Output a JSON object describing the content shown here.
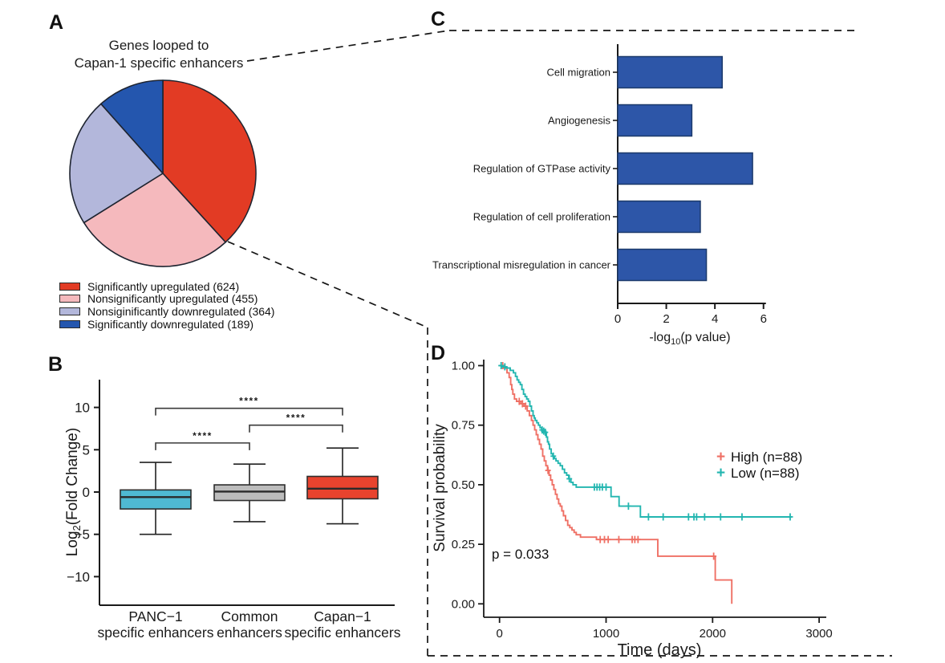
{
  "figure": {
    "panel_labels": {
      "a": "A",
      "b": "B",
      "c": "C",
      "d": "D"
    },
    "pie_title_lines": [
      "Genes looped to",
      "Capan-1 specific enhancers"
    ]
  },
  "chart_data": [
    {
      "id": "pie-genes-looped",
      "type": "pie",
      "title": "Genes looped to Capan-1 specific enhancers",
      "start_angle_deg": 0,
      "direction": "clockwise",
      "slices": [
        {
          "label": "Significantly upregulated",
          "value": 624,
          "color": "#e23b24",
          "legend": "Significantly upregulated (624)"
        },
        {
          "label": "Nonsignificantly upregulated",
          "value": 455,
          "color": "#f5b9bd",
          "legend": "Nonsignificantly upregulated (455)"
        },
        {
          "label": "Nonsiginificantly downregulated",
          "value": 364,
          "color": "#b3b7db",
          "legend": "Nonsiginificantly downregulated (364)"
        },
        {
          "label": "Significantly downregulated",
          "value": 189,
          "color": "#2456ae",
          "legend": "Significantly downregulated (189)"
        }
      ]
    },
    {
      "id": "boxplot-fold-change",
      "type": "box",
      "ylabel_parts": [
        "Log",
        "2",
        "(Fold Change)"
      ],
      "yticks": [
        10,
        5,
        0,
        -5,
        -10
      ],
      "ytick_labels": [
        "10",
        "5",
        "0",
        "−5",
        "−10"
      ],
      "ylim": [
        -13.5,
        13.5
      ],
      "categories": [
        [
          "PANC−1",
          "specific enhancers"
        ],
        [
          "Common",
          "enhancers"
        ],
        [
          "Capan−1",
          "specific enhancers"
        ]
      ],
      "boxes": [
        {
          "low": -5.0,
          "q1": -2.0,
          "median": -0.6,
          "q3": 0.25,
          "high": 3.5,
          "color": "#4fb9d2"
        },
        {
          "low": -3.5,
          "q1": -1.0,
          "median": 0.05,
          "q3": 0.85,
          "high": 3.3,
          "color": "#bcbcbc"
        },
        {
          "low": -3.75,
          "q1": -0.8,
          "median": 0.4,
          "q3": 1.85,
          "high": 5.2,
          "color": "#e8432e"
        }
      ],
      "comparisons": [
        {
          "from": 0,
          "to": 1,
          "y": 5.8,
          "stars": "****"
        },
        {
          "from": 1,
          "to": 2,
          "y": 7.9,
          "stars": "****"
        },
        {
          "from": 0,
          "to": 2,
          "y": 9.9,
          "stars": "****"
        }
      ]
    },
    {
      "id": "go-term-bar",
      "type": "bar",
      "orientation": "horizontal",
      "categories": [
        "Cell migration",
        "Angiogenesis",
        "Regulation of GTPase activity",
        "Regulation of cell proliferation",
        "Transcriptional misregulation in cancer"
      ],
      "values": [
        4.3,
        3.05,
        5.55,
        3.4,
        3.65
      ],
      "xticks": [
        0,
        2,
        4,
        6
      ],
      "xtick_labels": [
        "0",
        "2",
        "4",
        "6"
      ],
      "xlim": [
        0,
        6
      ],
      "xlabel_parts": [
        "-log",
        "10",
        "(p value)"
      ],
      "bar_color": "#2d56a8",
      "bar_border": "#1c3a6b"
    },
    {
      "id": "km-survival",
      "type": "line",
      "subtype": "km_step",
      "xlabel": "Time (days)",
      "ylabel": "Survival probability",
      "xticks": [
        0,
        1000,
        2000,
        3000
      ],
      "xtick_labels": [
        "0",
        "1000",
        "2000",
        "3000"
      ],
      "yticks": [
        0,
        0.25,
        0.5,
        0.75,
        1
      ],
      "ytick_labels": [
        "0.00",
        "0.25",
        "0.50",
        "0.75",
        "1.00"
      ],
      "xlim": [
        0,
        3200
      ],
      "ylim": [
        0,
        1
      ],
      "p_label": "p = 0.033",
      "legend_position": "right",
      "series": [
        {
          "name": "High",
          "legend": "High (n=88)",
          "color": "#ef7065",
          "steps": [
            [
              0,
              1.0
            ],
            [
              40,
              0.99
            ],
            [
              70,
              0.97
            ],
            [
              90,
              0.95
            ],
            [
              105,
              0.92
            ],
            [
              115,
              0.9
            ],
            [
              125,
              0.88
            ],
            [
              140,
              0.86
            ],
            [
              160,
              0.85
            ],
            [
              200,
              0.84
            ],
            [
              230,
              0.83
            ],
            [
              260,
              0.81
            ],
            [
              280,
              0.79
            ],
            [
              300,
              0.77
            ],
            [
              315,
              0.75
            ],
            [
              330,
              0.73
            ],
            [
              345,
              0.71
            ],
            [
              360,
              0.69
            ],
            [
              375,
              0.67
            ],
            [
              390,
              0.65
            ],
            [
              405,
              0.62
            ],
            [
              420,
              0.6
            ],
            [
              435,
              0.58
            ],
            [
              450,
              0.56
            ],
            [
              465,
              0.54
            ],
            [
              480,
              0.52
            ],
            [
              495,
              0.5
            ],
            [
              510,
              0.48
            ],
            [
              525,
              0.46
            ],
            [
              540,
              0.44
            ],
            [
              555,
              0.42
            ],
            [
              570,
              0.41
            ],
            [
              585,
              0.39
            ],
            [
              600,
              0.37
            ],
            [
              620,
              0.35
            ],
            [
              640,
              0.33
            ],
            [
              660,
              0.32
            ],
            [
              680,
              0.31
            ],
            [
              700,
              0.3
            ],
            [
              720,
              0.29
            ],
            [
              760,
              0.28
            ],
            [
              910,
              0.27
            ],
            [
              1486,
              0.2
            ],
            [
              2025,
              0.1
            ],
            [
              2180,
              0.0
            ]
          ],
          "censors": [
            30,
            185,
            215,
            245,
            455,
            945,
            985,
            1020,
            1120,
            1245,
            1270,
            1300,
            2010
          ]
        },
        {
          "name": "Low",
          "legend": "Low (n=88)",
          "color": "#23b6b0",
          "steps": [
            [
              0,
              1.0
            ],
            [
              25,
              0.995
            ],
            [
              60,
              0.99
            ],
            [
              100,
              0.98
            ],
            [
              130,
              0.97
            ],
            [
              150,
              0.955
            ],
            [
              165,
              0.94
            ],
            [
              180,
              0.93
            ],
            [
              195,
              0.92
            ],
            [
              210,
              0.9
            ],
            [
              225,
              0.88
            ],
            [
              240,
              0.87
            ],
            [
              255,
              0.86
            ],
            [
              270,
              0.85
            ],
            [
              285,
              0.83
            ],
            [
              300,
              0.81
            ],
            [
              315,
              0.79
            ],
            [
              325,
              0.78
            ],
            [
              335,
              0.77
            ],
            [
              350,
              0.76
            ],
            [
              365,
              0.75
            ],
            [
              380,
              0.74
            ],
            [
              395,
              0.73
            ],
            [
              410,
              0.725
            ],
            [
              425,
              0.72
            ],
            [
              440,
              0.7
            ],
            [
              450,
              0.68
            ],
            [
              460,
              0.67
            ],
            [
              470,
              0.65
            ],
            [
              485,
              0.63
            ],
            [
              500,
              0.62
            ],
            [
              515,
              0.61
            ],
            [
              530,
              0.6
            ],
            [
              550,
              0.59
            ],
            [
              570,
              0.58
            ],
            [
              590,
              0.565
            ],
            [
              610,
              0.55
            ],
            [
              630,
              0.54
            ],
            [
              650,
              0.525
            ],
            [
              670,
              0.51
            ],
            [
              690,
              0.5
            ],
            [
              720,
              0.49
            ],
            [
              1047,
              0.45
            ],
            [
              1122,
              0.41
            ],
            [
              1322,
              0.365
            ],
            [
              2741,
              0.365
            ]
          ],
          "censors": [
            15,
            50,
            400,
            415,
            430,
            505,
            655,
            890,
            915,
            940,
            965,
            1000,
            1210,
            1398,
            1536,
            1774,
            1825,
            1850,
            1925,
            2075,
            2276,
            2728
          ]
        }
      ]
    }
  ]
}
